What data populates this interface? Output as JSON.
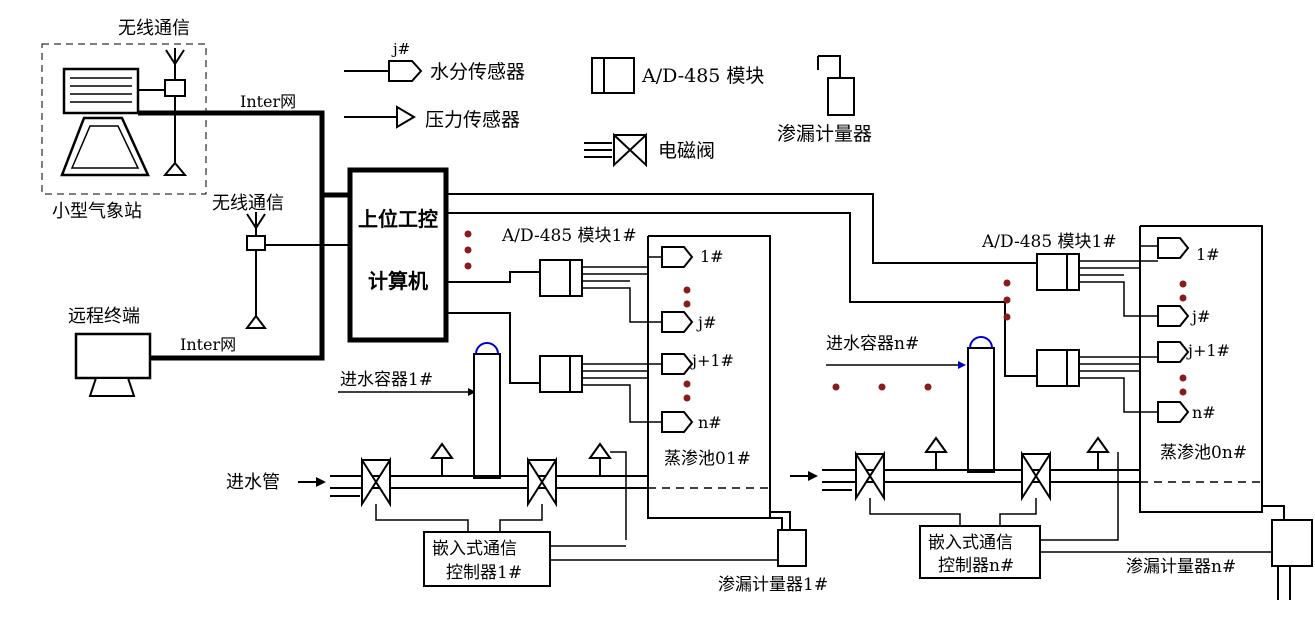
{
  "legend": {
    "sensor_index": "j#",
    "moisture_sensor": "水分传感器",
    "pressure_sensor": "压力传感器",
    "ad485_module": "A/D-485 模块",
    "solenoid_valve": "电磁阀",
    "leak_meter": "渗漏计量器"
  },
  "left_area": {
    "wireless_top": "无线通信",
    "weather_station": "小型气象站",
    "internet_top": "Inter网",
    "wireless_mid": "无线通信",
    "remote_terminal": "远程终端",
    "internet_bottom": "Inter网"
  },
  "computer": {
    "line1": "上位工控",
    "line2": "计算机"
  },
  "pond1": {
    "module_label": "A/D-485 模块1#",
    "s1": "1#",
    "sj": "j#",
    "sj1": "j+1#",
    "sn": "n#",
    "pond_label": "蒸渗池01#",
    "inlet_container": "进水容器1#",
    "inlet_pipe": "进水管",
    "controller_l1": "嵌入式通信",
    "controller_l2": "控制器1#",
    "leak_meter": "渗漏计量器1#"
  },
  "pondn": {
    "module_label": "A/D-485 模块1#",
    "s1": "1#",
    "sj": "j#",
    "sj1": "j+1#",
    "sn": "n#",
    "pond_label": "蒸渗池0n#",
    "inlet_container": "进水容器n#",
    "controller_l1": "嵌入式通信",
    "controller_l2": "控制器n#",
    "leak_meter": "渗漏计量器n#"
  },
  "colors": {
    "dots": "#8b1a1a",
    "cap": "#0000cc"
  }
}
